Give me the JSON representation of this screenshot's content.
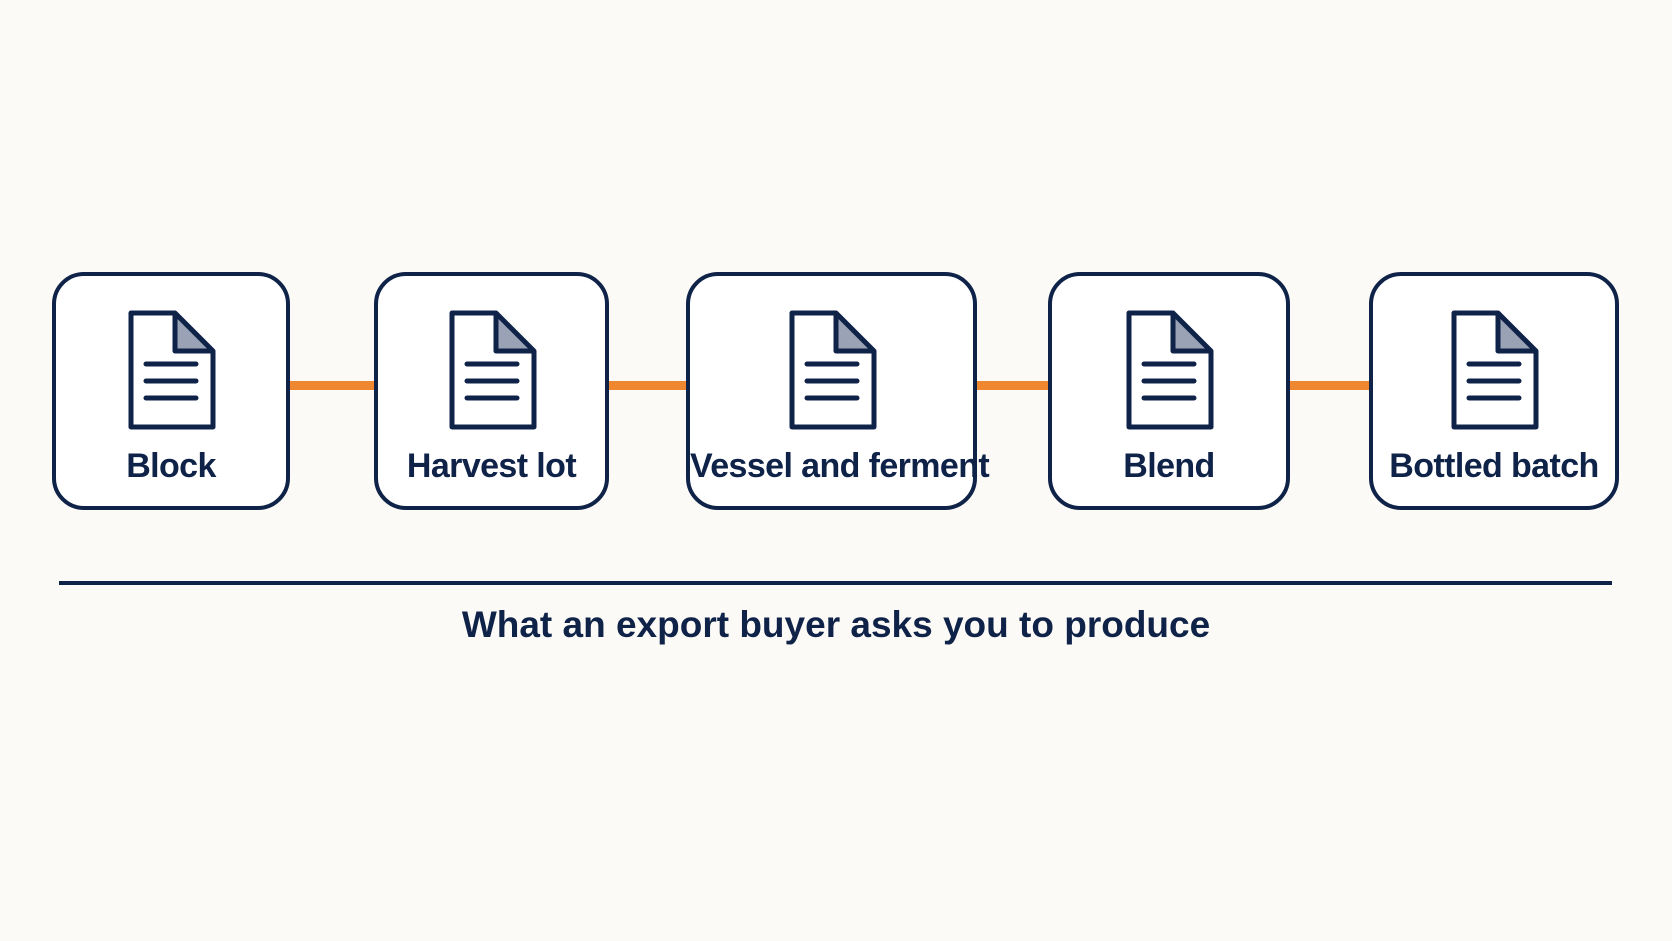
{
  "colors": {
    "background": "#fbfaf6",
    "navy": "#0f2248",
    "connector": "#ee8730",
    "doc_fold": "#9aa2b6"
  },
  "steps": [
    {
      "label": "Block",
      "icon": "document-icon"
    },
    {
      "label": "Harvest lot",
      "icon": "document-icon"
    },
    {
      "label": "Vessel and ferment",
      "icon": "document-icon"
    },
    {
      "label": "Blend",
      "icon": "document-icon"
    },
    {
      "label": "Bottled batch",
      "icon": "document-icon"
    }
  ],
  "caption": "What an export buyer asks you to produce"
}
